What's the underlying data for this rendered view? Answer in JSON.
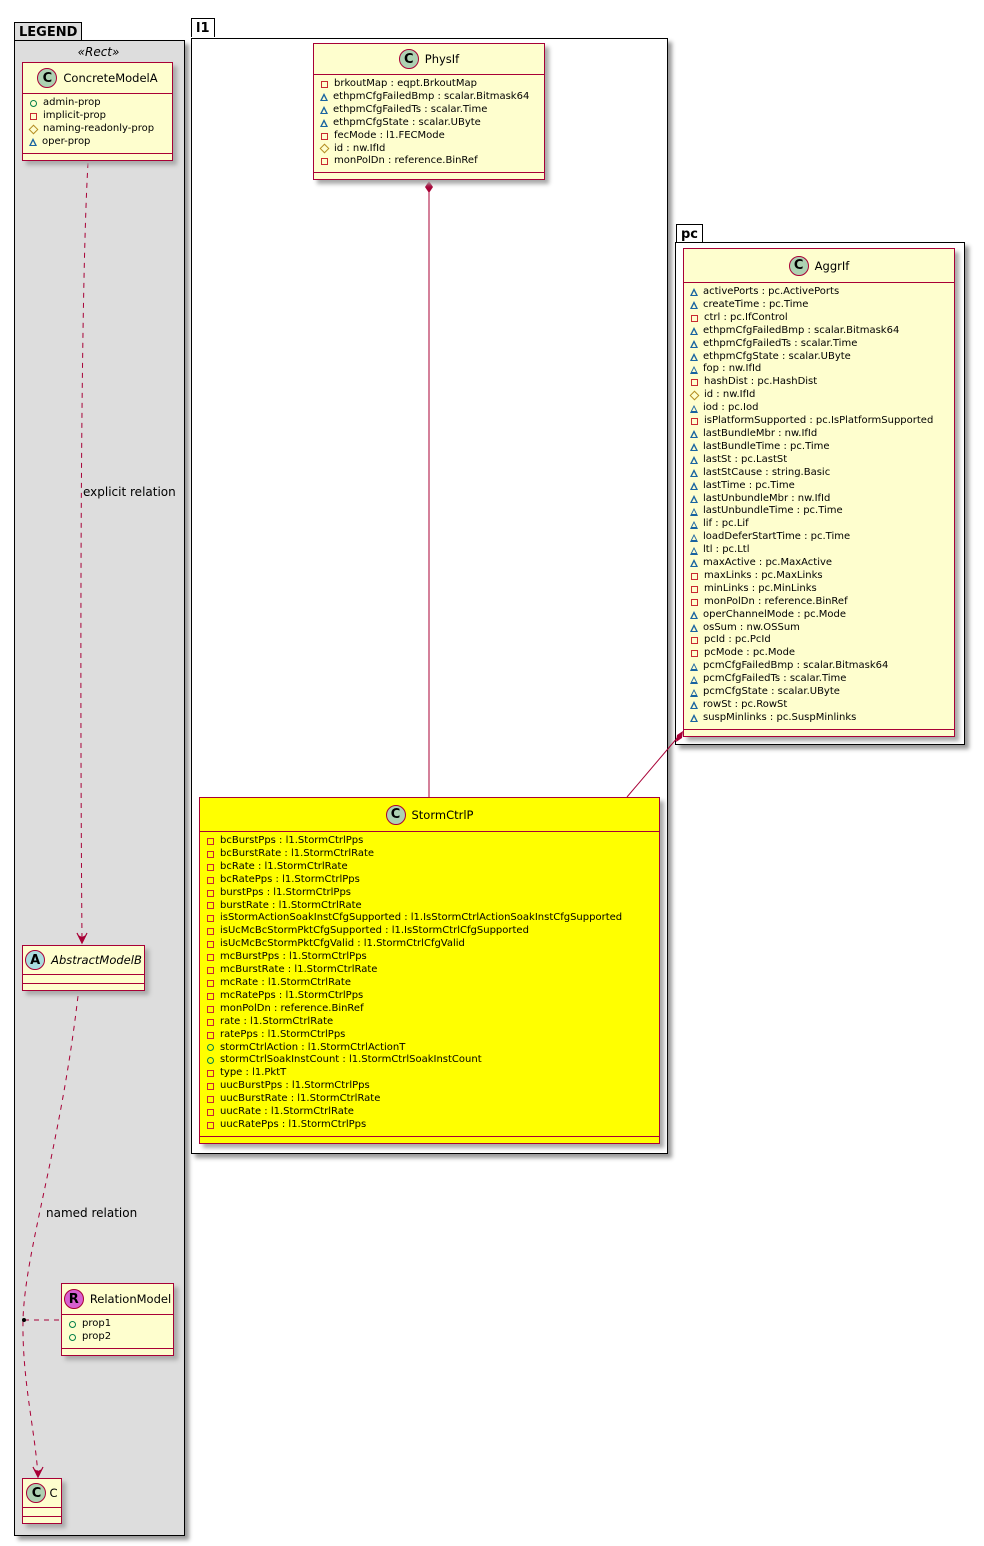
{
  "packages": {
    "legend": {
      "label": "LEGEND",
      "stereotype": "«Rect»"
    },
    "l1": {
      "label": "l1"
    },
    "pc": {
      "label": "pc"
    }
  },
  "colors": {
    "class_fill": "#fefece",
    "highlight_fill": "#ffff00",
    "border": "#a80036",
    "legend_bg": "#dddddd"
  },
  "legend": {
    "concrete": {
      "kind": "C",
      "name": "ConcreteModelA",
      "attrs": [
        {
          "vis": "public",
          "text": "admin-prop"
        },
        {
          "vis": "private",
          "text": "implicit-prop"
        },
        {
          "vis": "protected",
          "text": "naming-readonly-prop"
        },
        {
          "vis": "package",
          "text": "oper-prop"
        }
      ]
    },
    "abstract": {
      "kind": "A",
      "name": "AbstractModelB"
    },
    "relation": {
      "kind": "R",
      "name": "RelationModel",
      "attrs": [
        {
          "vis": "public",
          "text": "prop1"
        },
        {
          "vis": "public",
          "text": "prop2"
        }
      ]
    },
    "c": {
      "kind": "C",
      "name": "C"
    },
    "edge_explicit": "explicit relation",
    "edge_named": "named relation"
  },
  "physif": {
    "kind": "C",
    "name": "PhysIf",
    "attrs": [
      {
        "vis": "private",
        "text": "brkoutMap : eqpt.BrkoutMap"
      },
      {
        "vis": "package",
        "text": "ethpmCfgFailedBmp : scalar.Bitmask64"
      },
      {
        "vis": "package",
        "text": "ethpmCfgFailedTs : scalar.Time"
      },
      {
        "vis": "package",
        "text": "ethpmCfgState : scalar.UByte"
      },
      {
        "vis": "private",
        "text": "fecMode : l1.FECMode"
      },
      {
        "vis": "protected",
        "text": "id : nw.IfId"
      },
      {
        "vis": "private",
        "text": "monPolDn : reference.BinRef"
      }
    ]
  },
  "aggrif": {
    "kind": "C",
    "name": "AggrIf",
    "attrs": [
      {
        "vis": "package",
        "text": "activePorts : pc.ActivePorts"
      },
      {
        "vis": "package",
        "text": "createTime : pc.Time"
      },
      {
        "vis": "private",
        "text": "ctrl : pc.IfControl"
      },
      {
        "vis": "package",
        "text": "ethpmCfgFailedBmp : scalar.Bitmask64"
      },
      {
        "vis": "package",
        "text": "ethpmCfgFailedTs : scalar.Time"
      },
      {
        "vis": "package",
        "text": "ethpmCfgState : scalar.UByte"
      },
      {
        "vis": "package",
        "text": "fop : nw.IfId"
      },
      {
        "vis": "private",
        "text": "hashDist : pc.HashDist"
      },
      {
        "vis": "protected",
        "text": "id : nw.IfId"
      },
      {
        "vis": "package",
        "text": "iod : pc.Iod"
      },
      {
        "vis": "private",
        "text": "isPlatformSupported : pc.IsPlatformSupported"
      },
      {
        "vis": "package",
        "text": "lastBundleMbr : nw.IfId"
      },
      {
        "vis": "package",
        "text": "lastBundleTime : pc.Time"
      },
      {
        "vis": "package",
        "text": "lastSt : pc.LastSt"
      },
      {
        "vis": "package",
        "text": "lastStCause : string.Basic"
      },
      {
        "vis": "package",
        "text": "lastTime : pc.Time"
      },
      {
        "vis": "package",
        "text": "lastUnbundleMbr : nw.IfId"
      },
      {
        "vis": "package",
        "text": "lastUnbundleTime : pc.Time"
      },
      {
        "vis": "package",
        "text": "lif : pc.Lif"
      },
      {
        "vis": "package",
        "text": "loadDeferStartTime : pc.Time"
      },
      {
        "vis": "package",
        "text": "ltl : pc.Ltl"
      },
      {
        "vis": "package",
        "text": "maxActive : pc.MaxActive"
      },
      {
        "vis": "private",
        "text": "maxLinks : pc.MaxLinks"
      },
      {
        "vis": "private",
        "text": "minLinks : pc.MinLinks"
      },
      {
        "vis": "private",
        "text": "monPolDn : reference.BinRef"
      },
      {
        "vis": "package",
        "text": "operChannelMode : pc.Mode"
      },
      {
        "vis": "package",
        "text": "osSum : nw.OSSum"
      },
      {
        "vis": "private",
        "text": "pcId : pc.PcId"
      },
      {
        "vis": "private",
        "text": "pcMode : pc.Mode"
      },
      {
        "vis": "package",
        "text": "pcmCfgFailedBmp : scalar.Bitmask64"
      },
      {
        "vis": "package",
        "text": "pcmCfgFailedTs : scalar.Time"
      },
      {
        "vis": "package",
        "text": "pcmCfgState : scalar.UByte"
      },
      {
        "vis": "package",
        "text": "rowSt : pc.RowSt"
      },
      {
        "vis": "package",
        "text": "suspMinlinks : pc.SuspMinlinks"
      }
    ]
  },
  "stormctrlp": {
    "kind": "C",
    "name": "StormCtrlP",
    "attrs": [
      {
        "vis": "private",
        "text": "bcBurstPps : l1.StormCtrlPps"
      },
      {
        "vis": "private",
        "text": "bcBurstRate : l1.StormCtrlRate"
      },
      {
        "vis": "private",
        "text": "bcRate : l1.StormCtrlRate"
      },
      {
        "vis": "private",
        "text": "bcRatePps : l1.StormCtrlPps"
      },
      {
        "vis": "private",
        "text": "burstPps : l1.StormCtrlPps"
      },
      {
        "vis": "private",
        "text": "burstRate : l1.StormCtrlRate"
      },
      {
        "vis": "private",
        "text": "isStormActionSoakInstCfgSupported : l1.IsStormCtrlActionSoakInstCfgSupported"
      },
      {
        "vis": "private",
        "text": "isUcMcBcStormPktCfgSupported : l1.IsStormCtrlCfgSupported"
      },
      {
        "vis": "private",
        "text": "isUcMcBcStormPktCfgValid : l1.StormCtrlCfgValid"
      },
      {
        "vis": "private",
        "text": "mcBurstPps : l1.StormCtrlPps"
      },
      {
        "vis": "private",
        "text": "mcBurstRate : l1.StormCtrlRate"
      },
      {
        "vis": "private",
        "text": "mcRate : l1.StormCtrlRate"
      },
      {
        "vis": "private",
        "text": "mcRatePps : l1.StormCtrlPps"
      },
      {
        "vis": "private",
        "text": "monPolDn : reference.BinRef"
      },
      {
        "vis": "private",
        "text": "rate : l1.StormCtrlRate"
      },
      {
        "vis": "private",
        "text": "ratePps : l1.StormCtrlPps"
      },
      {
        "vis": "public",
        "text": "stormCtrlAction : l1.StormCtrlActionT"
      },
      {
        "vis": "public",
        "text": "stormCtrlSoakInstCount : l1.StormCtrlSoakInstCount"
      },
      {
        "vis": "private",
        "text": "type : l1.PktT"
      },
      {
        "vis": "private",
        "text": "uucBurstPps : l1.StormCtrlPps"
      },
      {
        "vis": "private",
        "text": "uucBurstRate : l1.StormCtrlRate"
      },
      {
        "vis": "private",
        "text": "uucRate : l1.StormCtrlRate"
      },
      {
        "vis": "private",
        "text": "uucRatePps : l1.StormCtrlPps"
      }
    ]
  },
  "relations": [
    {
      "from": "PhysIf",
      "to": "StormCtrlP",
      "type": "composition"
    },
    {
      "from": "AggrIf",
      "to": "StormCtrlP",
      "type": "composition"
    },
    {
      "from": "ConcreteModelA",
      "to": "AbstractModelB",
      "type": "dependency",
      "label": "explicit relation"
    },
    {
      "from": "AbstractModelB",
      "to": "C",
      "type": "dependency",
      "label": "named relation",
      "assoc_class": "RelationModel"
    }
  ]
}
